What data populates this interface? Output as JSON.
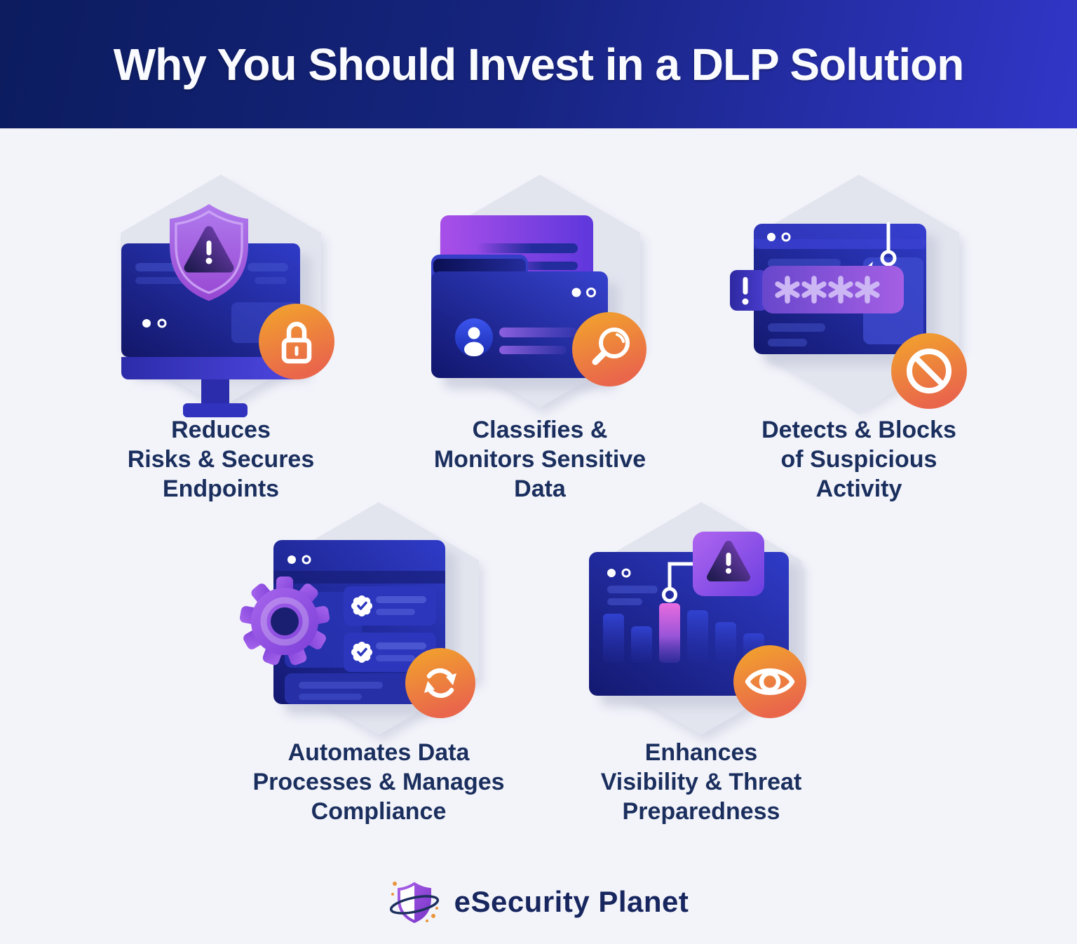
{
  "header": {
    "title": "Why You Should Invest in a DLP Solution"
  },
  "features": [
    {
      "id": "reduce-risks",
      "illustration": "monitor-shield-alert",
      "badge_icon": "lock-icon",
      "label_lines": [
        "Reduces",
        "Risks & Secures",
        "Endpoints"
      ]
    },
    {
      "id": "classify-monitor",
      "illustration": "id-cards-stack",
      "badge_icon": "magnifier-icon",
      "label_lines": [
        "Classifies &",
        "Monitors Sensitive",
        "Data"
      ]
    },
    {
      "id": "detect-block",
      "illustration": "browser-phishing-hook-password",
      "badge_icon": "block-icon",
      "label_lines": [
        "Detects & Blocks",
        "of Suspicious",
        "Activity"
      ],
      "password_mask": "****"
    },
    {
      "id": "automate-compliance",
      "illustration": "settings-gear-checklist-window",
      "badge_icon": "sync-icon",
      "label_lines": [
        "Automates Data",
        "Processes & Manages",
        "Compliance"
      ]
    },
    {
      "id": "enhance-visibility",
      "illustration": "analytics-bars-alert-window",
      "badge_icon": "eye-icon",
      "label_lines": [
        "Enhances",
        "Visibility & Threat",
        "Preparedness"
      ]
    }
  ],
  "footer": {
    "brand": "eSecurity Planet"
  },
  "colors": {
    "background": "#F3F4FA",
    "header_gradient": [
      "#0C1C5E",
      "#16247F",
      "#3236C8"
    ],
    "label_text": "#1B2F5E",
    "hexagon": "#E2E4EE",
    "window_blue_dark": "#131970",
    "window_blue_bright": "#2E3AC8",
    "purple_light": "#B27BF0",
    "purple_dark": "#8F43D6",
    "badge_orange_top": "#F2A62B",
    "badge_orange_bottom": "#E9664B",
    "alert_pink_bar": "#E96CE0"
  }
}
